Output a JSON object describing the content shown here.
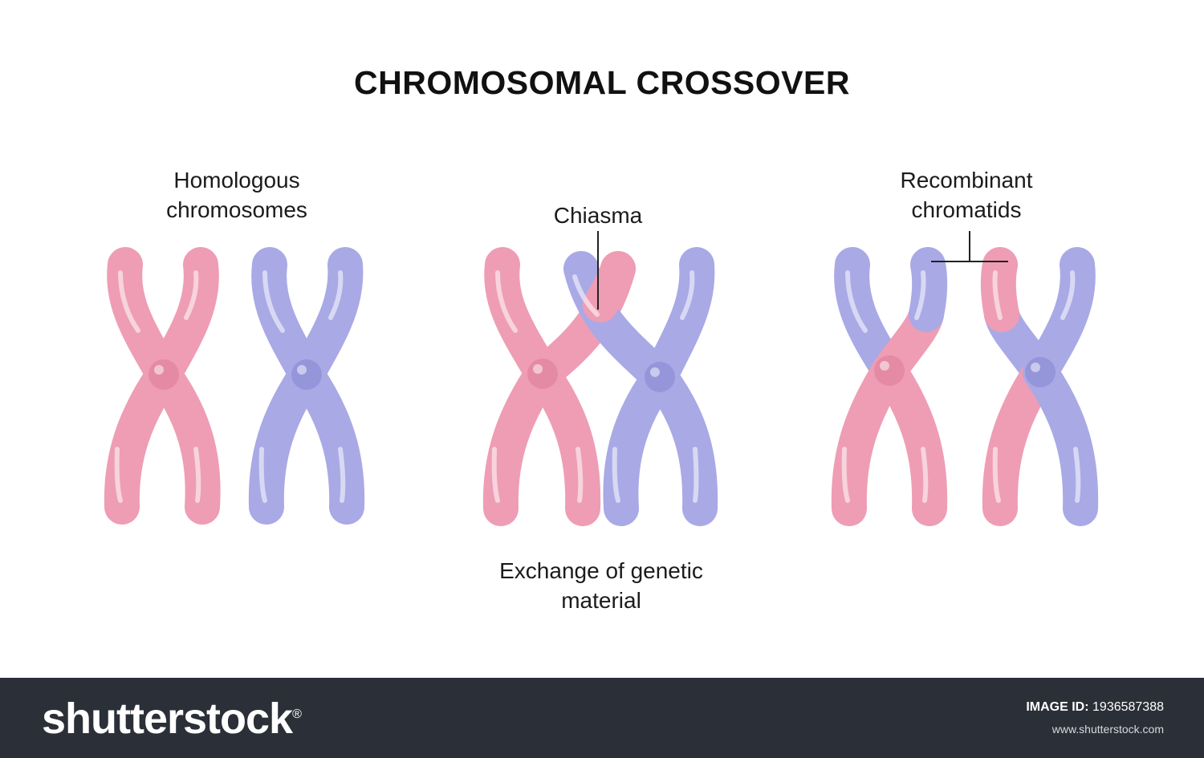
{
  "diagram": {
    "title": "CHROMOSOMAL CROSSOVER",
    "labels": {
      "homologous": [
        "Homologous",
        "chromosomes"
      ],
      "chiasma": "Chiasma",
      "recombinant": [
        "Recombinant",
        "chromatids"
      ],
      "exchange": [
        "Exchange of genetic",
        "material"
      ]
    },
    "colors": {
      "maternal": "#ee9db5",
      "paternal": "#a9a9e6",
      "pointer_line": "#222222"
    }
  },
  "footer": {
    "brand": "shutterstock",
    "brand_mark": "®",
    "image_id_label": "IMAGE ID:",
    "image_id": "1936587388",
    "site": "www.shutterstock.com"
  }
}
